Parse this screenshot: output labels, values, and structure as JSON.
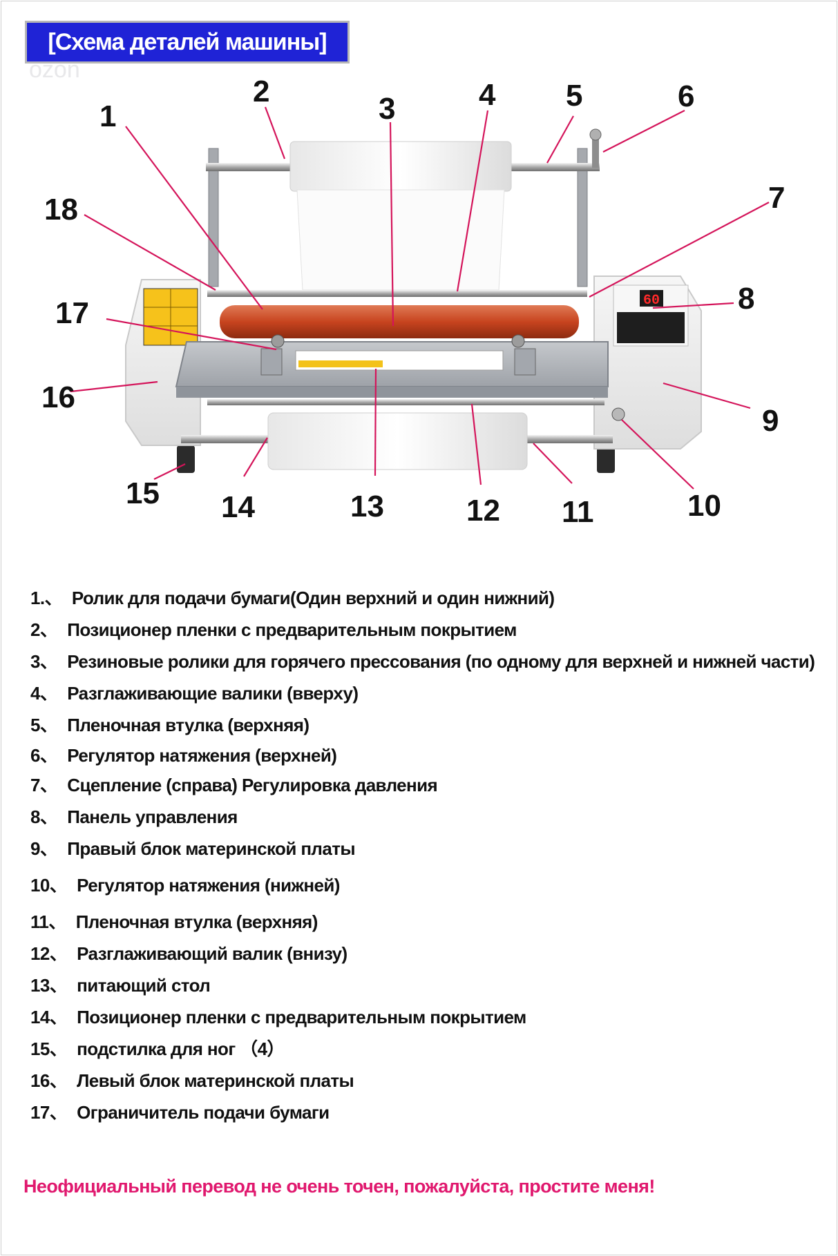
{
  "title": "[Схема деталей машины]",
  "watermark": "ozon",
  "colors": {
    "banner": "#1f23d6",
    "pointer": "#d4145a",
    "roller": "#c8441f",
    "footer": "#e0186e"
  },
  "callouts": [
    {
      "n": "1"
    },
    {
      "n": "2"
    },
    {
      "n": "3"
    },
    {
      "n": "4"
    },
    {
      "n": "5"
    },
    {
      "n": "6"
    },
    {
      "n": "7"
    },
    {
      "n": "8"
    },
    {
      "n": "9"
    },
    {
      "n": "10"
    },
    {
      "n": "11"
    },
    {
      "n": "12"
    },
    {
      "n": "13"
    },
    {
      "n": "14"
    },
    {
      "n": "15"
    },
    {
      "n": "16"
    },
    {
      "n": "17"
    },
    {
      "n": "18"
    }
  ],
  "legend": [
    {
      "num": "1.、",
      "text": "Ролик для подачи бумаги(Один верхний и один нижний)"
    },
    {
      "num": "2、",
      "text": "Позиционер пленки с предварительным покрытием"
    },
    {
      "num": "3、",
      "text": "Резиновые ролики для горячего прессования (по одному для верхней и нижней части)"
    },
    {
      "num": "4、",
      "text": "Разглаживающие валики (вверху)"
    },
    {
      "num": "5、",
      "text": "Пленочная втулка (верхняя)"
    },
    {
      "num": "6、",
      "text": "Регулятор натяжения (верхней)"
    },
    {
      "num": "7、",
      "text": "Сцепление (справа) Регулировка давления"
    },
    {
      "num": "8、",
      "text": "Панель управления"
    },
    {
      "num": "9、",
      "text": "Правый блок материнской платы"
    },
    {
      "num": "10、",
      "text": "Регулятор натяжения (нижней)"
    },
    {
      "num": "11、",
      "text": "Пленочная втулка (верхняя)"
    },
    {
      "num": "12、",
      "text": "Разглаживающий валик (внизу)"
    },
    {
      "num": "13、",
      "text": "питающий стол"
    },
    {
      "num": "14、",
      "text": "Позиционер пленки с предварительным покрытием"
    },
    {
      "num": "15、",
      "text": "подстилка для ног （4）"
    },
    {
      "num": "16、",
      "text": "Левый блок материнской платы"
    },
    {
      "num": "17、",
      "text": "Ограничитель подачи бумаги"
    }
  ],
  "panel": {
    "display": "60"
  },
  "footer_note": "Неофициальный перевод не очень точен, пожалуйста, простите меня!"
}
